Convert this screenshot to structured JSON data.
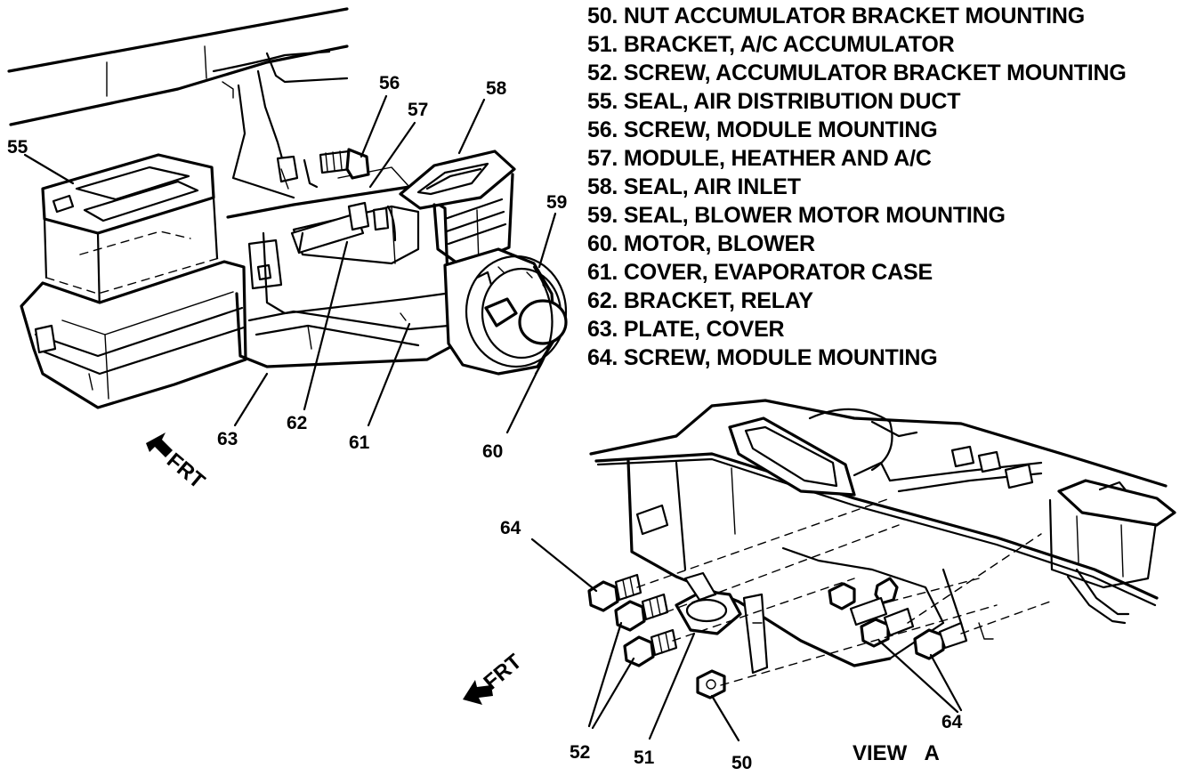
{
  "legend": {
    "items": [
      {
        "num": "50.",
        "text": "NUT ACCUMULATOR BRACKET MOUNTING"
      },
      {
        "num": "51.",
        "text": "BRACKET, A/C ACCUMULATOR"
      },
      {
        "num": "52.",
        "text": "SCREW, ACCUMULATOR BRACKET MOUNTING"
      },
      {
        "num": "55.",
        "text": "SEAL, AIR DISTRIBUTION DUCT"
      },
      {
        "num": "56.",
        "text": "SCREW, MODULE MOUNTING"
      },
      {
        "num": "57.",
        "text": "MODULE, HEATHER AND A/C"
      },
      {
        "num": "58.",
        "text": "SEAL, AIR INLET"
      },
      {
        "num": "59.",
        "text": "SEAL, BLOWER MOTOR MOUNTING"
      },
      {
        "num": "60.",
        "text": "MOTOR, BLOWER"
      },
      {
        "num": "61.",
        "text": "COVER, EVAPORATOR CASE"
      },
      {
        "num": "62.",
        "text": "BRACKET, RELAY"
      },
      {
        "num": "63.",
        "text": "PLATE, COVER"
      },
      {
        "num": "64.",
        "text": "SCREW, MODULE MOUNTING"
      }
    ]
  },
  "callouts": {
    "c55": "55",
    "c56": "56",
    "c57": "57",
    "c58": "58",
    "c59": "59",
    "c60": "60",
    "c61": "61",
    "c62": "62",
    "c63": "63",
    "c64a": "64",
    "c64b": "64",
    "c52": "52",
    "c51": "51",
    "c50": "50"
  },
  "direction": {
    "top": "FRT",
    "bottom": "FRT"
  },
  "view_label": "VIEW   A",
  "icons": [
    "front-direction-arrow-icon"
  ]
}
